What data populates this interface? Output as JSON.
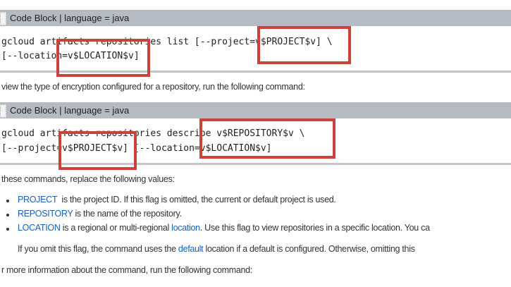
{
  "blocks": [
    {
      "header": "Code Block | language = java",
      "lines": [
        "gcloud artifacts repositories list [--project=v$PROJECT$v] \\",
        "[--location=v$LOCATION$v]"
      ]
    },
    {
      "header": "Code Block | language = java",
      "lines": [
        "gcloud artifacts repositories describe v$REPOSITORY$v \\",
        "[--project=v$PROJECT$v] [--location=v$LOCATION$v]"
      ]
    }
  ],
  "intro2": "view the type of encryption configured for a repository, run the following command:",
  "replace_text": "these commands, replace the following values:",
  "bullets": [
    {
      "term": "PROJECT",
      "text": "  is the project ID. If this flag is omitted, the current or default project is used."
    },
    {
      "term": "REPOSITORY",
      "text": " is the name of the repository."
    },
    {
      "term": "LOCATION",
      "text": " is a regional or multi-regional ",
      "link": "location",
      "rest": ". Use this flag to view repositories in a specific location. You ca"
    }
  ],
  "note": {
    "pre": "If you omit this flag, the command uses the ",
    "link": "default",
    "post": " location if a default is configured. Otherwise, omitting this"
  },
  "more": "r more information about the command, run the following command:",
  "colors": {
    "highlight_box": "#c9433b",
    "link": "#1a5fb4",
    "header_bg": "#b6bac3"
  }
}
